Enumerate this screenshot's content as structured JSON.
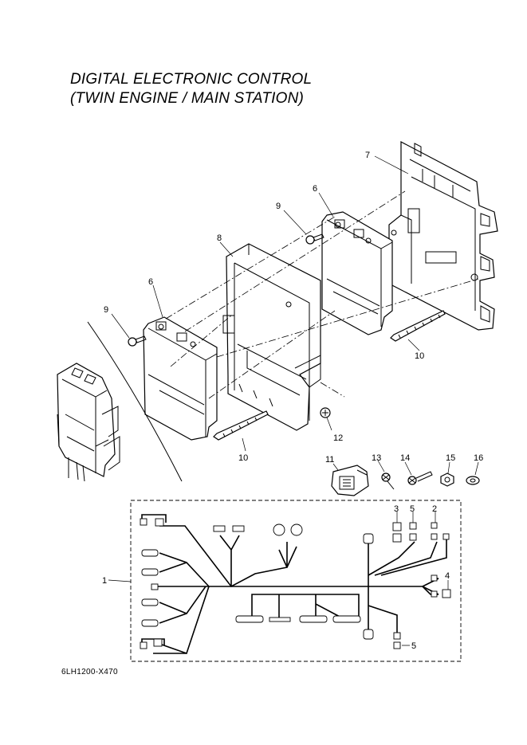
{
  "title": {
    "line1": "DIGITAL ELECTRONIC CONTROL",
    "line2": "(TWIN ENGINE / MAIN STATION)"
  },
  "diagram_code": "6LH1200-X470",
  "callouts": {
    "c1": "1",
    "c2": "2",
    "c3": "3",
    "c4": "4",
    "c5a": "5",
    "c5b": "5",
    "c6a": "6",
    "c6b": "6",
    "c7": "7",
    "c8": "8",
    "c9a": "9",
    "c9b": "9",
    "c10a": "10",
    "c10b": "10",
    "c11": "11",
    "c12": "12",
    "c13": "13",
    "c14": "14",
    "c15": "15",
    "c16": "16"
  }
}
